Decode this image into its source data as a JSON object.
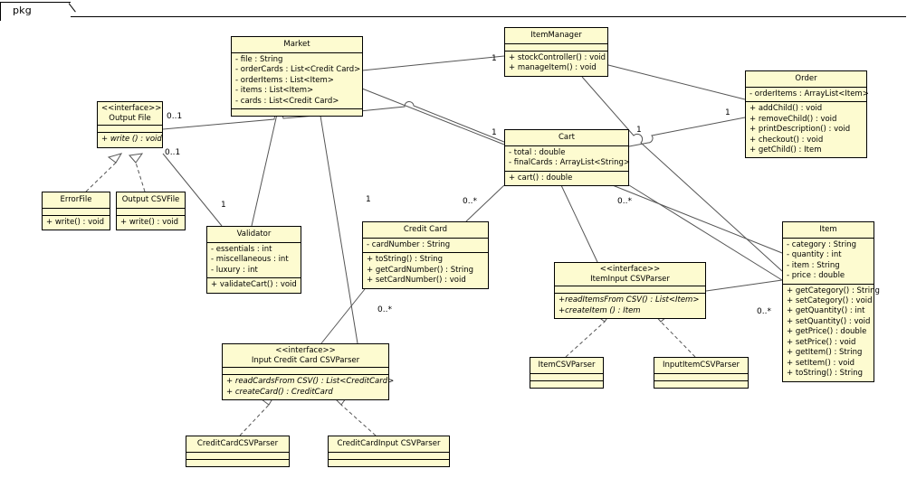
{
  "diagram": {
    "package_label": "pkg",
    "type": "uml-class-diagram",
    "interface_stereotype": "<<interface>>"
  },
  "classes": [
    {
      "id": "market",
      "name": "Market",
      "stereotype": "",
      "attributes": [
        "- file : String",
        "- orderCards : List<Credit Card>",
        "- orderItems : List<Item>",
        "- items : List<Item>",
        "- cards : List<Credit Card>"
      ],
      "operations": []
    },
    {
      "id": "item-manager",
      "name": "ItemManager",
      "stereotype": "",
      "attributes": [],
      "operations": [
        "+ stockController() : void",
        "+ manageItem() : void"
      ]
    },
    {
      "id": "order",
      "name": "Order",
      "stereotype": "",
      "attributes": [
        "- orderItems : ArrayList<Item>"
      ],
      "operations": [
        "+ addChild() : void",
        "+ removeChild() : void",
        "+ printDescription() : void",
        "+ checkout() : void",
        "+ getChild() : Item"
      ]
    },
    {
      "id": "output-file",
      "name": "Output File",
      "stereotype": "<<interface>>",
      "attributes": [],
      "operations": [
        "+ write () : void"
      ]
    },
    {
      "id": "cart",
      "name": "Cart",
      "stereotype": "",
      "attributes": [
        "- total : double",
        "- finalCards : ArrayList<String>"
      ],
      "operations": [
        "+ cart() : double"
      ]
    },
    {
      "id": "error-file",
      "name": "ErrorFile",
      "stereotype": "",
      "attributes": [],
      "operations": [
        "+ write() : void"
      ]
    },
    {
      "id": "output-csv-file",
      "name": "Output CSVFile",
      "stereotype": "",
      "attributes": [],
      "operations": [
        "+ write() : void"
      ]
    },
    {
      "id": "validator",
      "name": "Validator",
      "stereotype": "",
      "attributes": [
        "- essentials : int",
        "- miscellaneous : int",
        "- luxury : int"
      ],
      "operations": [
        "+ validateCart() : void"
      ]
    },
    {
      "id": "credit-card",
      "name": "Credit Card",
      "stereotype": "",
      "attributes": [
        "- cardNumber : String"
      ],
      "operations": [
        "+ toString() : String",
        "+ getCardNumber() : String",
        "+ setCardNumber() : void"
      ]
    },
    {
      "id": "item",
      "name": "Item",
      "stereotype": "",
      "attributes": [
        "- category : String",
        "- quantity : int",
        "- item : String",
        "- price : double"
      ],
      "operations": [
        "+ getCategory() : String",
        "+ setCategory() : void",
        "+ getQuantity() : int",
        "+ setQuantity() : void",
        "+ getPrice() : double",
        "+ setPrice() : void",
        "+ getItem() : String",
        "+ setItem() : void",
        "+ toString() : String"
      ]
    },
    {
      "id": "item-input-csvparser",
      "name": "ItemInput CSVParser",
      "stereotype": "<<interface>>",
      "attributes": [],
      "operations": [
        "+readItemsFrom CSV() : List<Item>",
        "+createItem () : Item"
      ]
    },
    {
      "id": "input-credit-card-csvparser",
      "name": "Input Credit Card CSVParser",
      "stereotype": "<<interface>>",
      "attributes": [],
      "operations": [
        "+ readCardsFrom CSV() : List<CreditCard>",
        "+ createCard() : CreditCard"
      ]
    },
    {
      "id": "item-csvparser",
      "name": "ItemCSVParser",
      "stereotype": "",
      "attributes": [],
      "operations": []
    },
    {
      "id": "input-item-csvparser",
      "name": "InputItemCSVParser",
      "stereotype": "",
      "attributes": [],
      "operations": []
    },
    {
      "id": "credit-card-csvparser",
      "name": "CreditCardCSVParser",
      "stereotype": "",
      "attributes": [],
      "operations": []
    },
    {
      "id": "credit-card-input-csvparser",
      "name": "CreditCardInput CSVParser",
      "stereotype": "",
      "attributes": [],
      "operations": []
    }
  ],
  "multiplicities": [
    {
      "id": "m1",
      "text": "0..1"
    },
    {
      "id": "m2",
      "text": "0..1"
    },
    {
      "id": "m3",
      "text": "1"
    },
    {
      "id": "m4",
      "text": "1"
    },
    {
      "id": "m5",
      "text": "1"
    },
    {
      "id": "m6",
      "text": "1"
    },
    {
      "id": "m7",
      "text": "1"
    },
    {
      "id": "m8",
      "text": "1"
    },
    {
      "id": "m9",
      "text": "0..*"
    },
    {
      "id": "m10",
      "text": "0..*"
    },
    {
      "id": "m11",
      "text": "0..*"
    },
    {
      "id": "m12",
      "text": "0..*"
    }
  ],
  "colors": {
    "class_fill": "#fdfbd0",
    "class_border": "#000000",
    "edge": "#555555",
    "background": "#ffffff"
  }
}
